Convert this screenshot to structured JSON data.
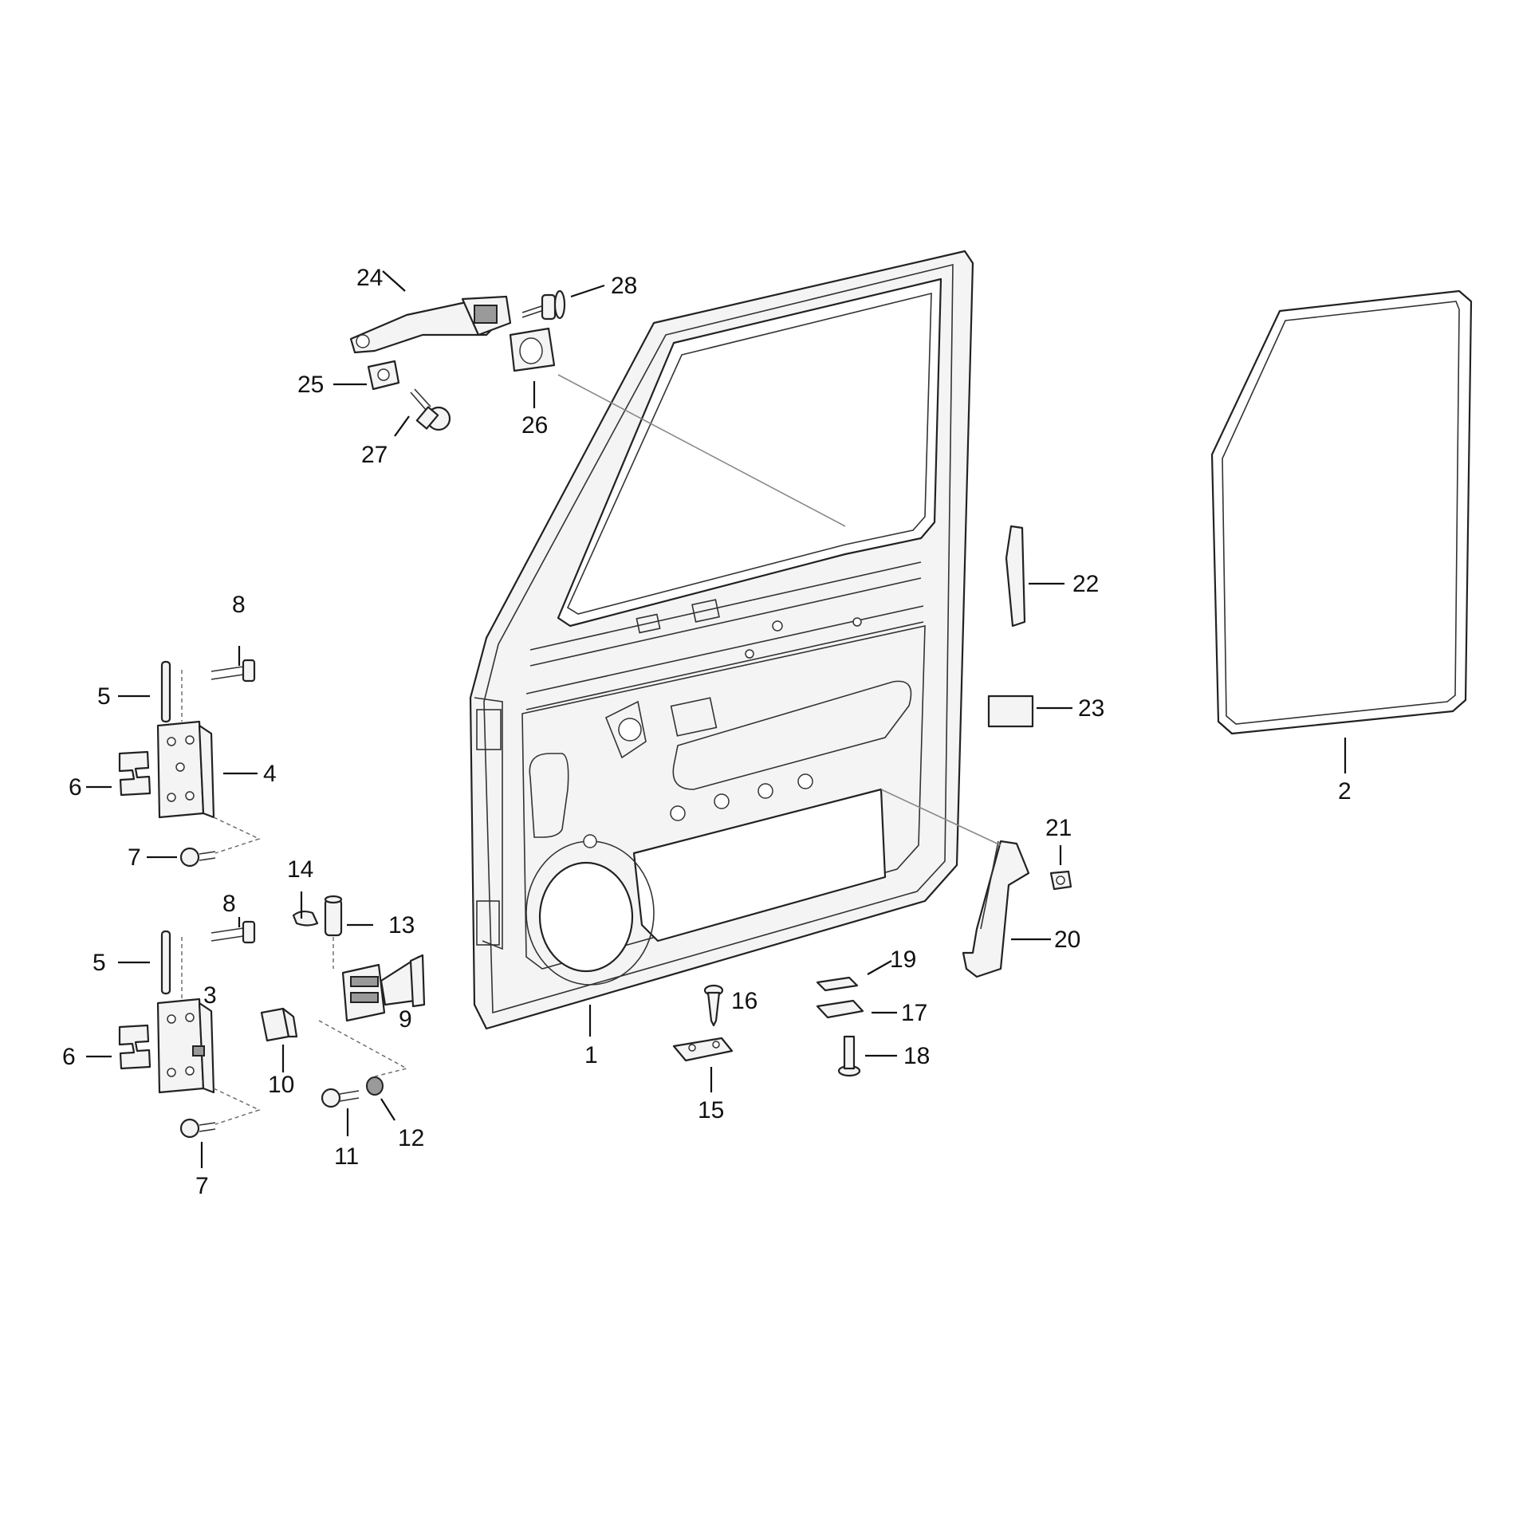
{
  "callouts": {
    "c1": "1",
    "c2": "2",
    "c3": "3",
    "c4": "4",
    "c5a": "5",
    "c5b": "5",
    "c6a": "6",
    "c6b": "6",
    "c7a": "7",
    "c7b": "7",
    "c8a": "8",
    "c8b": "8",
    "c9": "9",
    "c10": "10",
    "c11": "11",
    "c12": "12",
    "c13": "13",
    "c14": "14",
    "c15": "15",
    "c16": "16",
    "c17": "17",
    "c18": "18",
    "c19": "19",
    "c20": "20",
    "c21": "21",
    "c22": "22",
    "c23": "23",
    "c24": "24",
    "c25": "25",
    "c26": "26",
    "c27": "27",
    "c28": "28"
  }
}
